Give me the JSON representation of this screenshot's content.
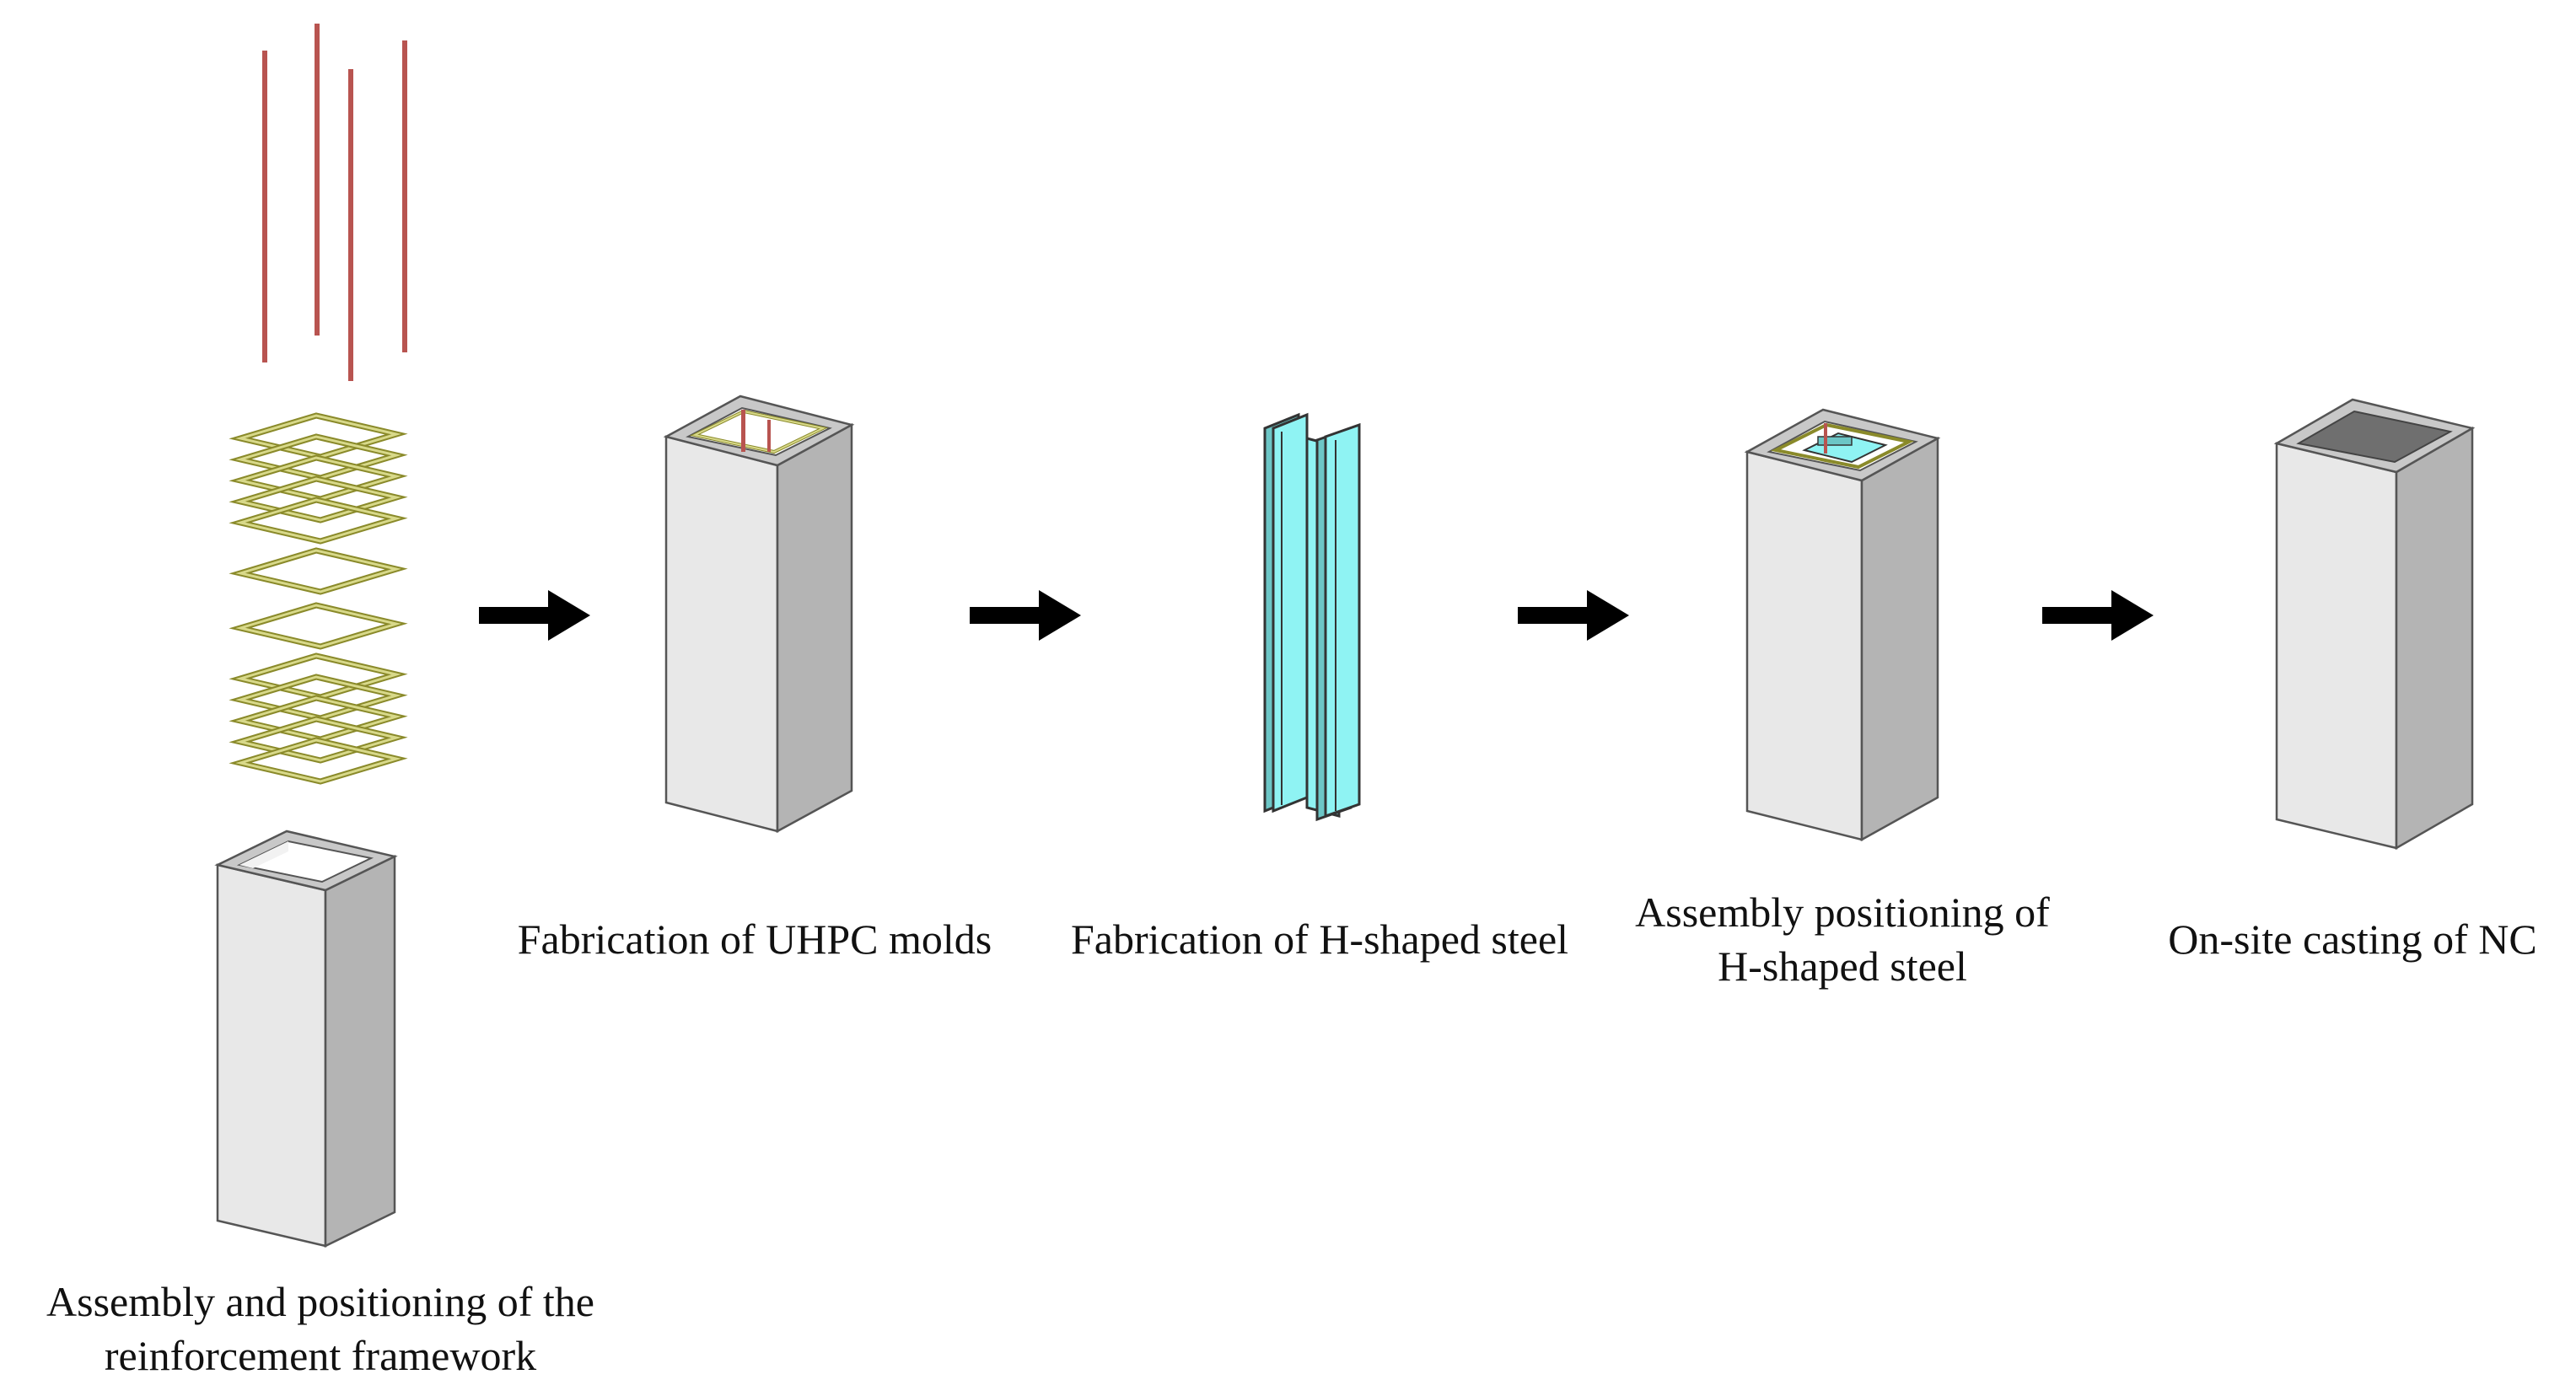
{
  "steps": [
    {
      "id": "reinforcement",
      "lines": [
        "Assembly and positioning of the",
        "reinforcement framework"
      ]
    },
    {
      "id": "uhpc-molds",
      "lines": [
        "Fabrication of UHPC molds"
      ]
    },
    {
      "id": "h-steel",
      "lines": [
        "Fabrication of H-shaped steel"
      ]
    },
    {
      "id": "assembly-h-steel",
      "lines": [
        "Assembly positioning of",
        "H-shaped steel"
      ]
    },
    {
      "id": "casting-nc",
      "lines": [
        "On-site casting of NC"
      ]
    }
  ],
  "colors": {
    "rebar": "#b85450",
    "stirrup": "#d8d98a",
    "stirrup_edge": "#8a8a2a",
    "column_front": "#e8e8e8",
    "column_side": "#b4b4b4",
    "column_top": "#c8c8c8",
    "steel_face": "#8ff3f3",
    "steel_side": "#6cc6c6",
    "nc_fill": "#6f6f6f",
    "arrow": "#000000"
  },
  "icons": [
    "rebar-icon",
    "stirrup-icon",
    "column-icon",
    "h-steel-icon",
    "arrow-icon"
  ]
}
